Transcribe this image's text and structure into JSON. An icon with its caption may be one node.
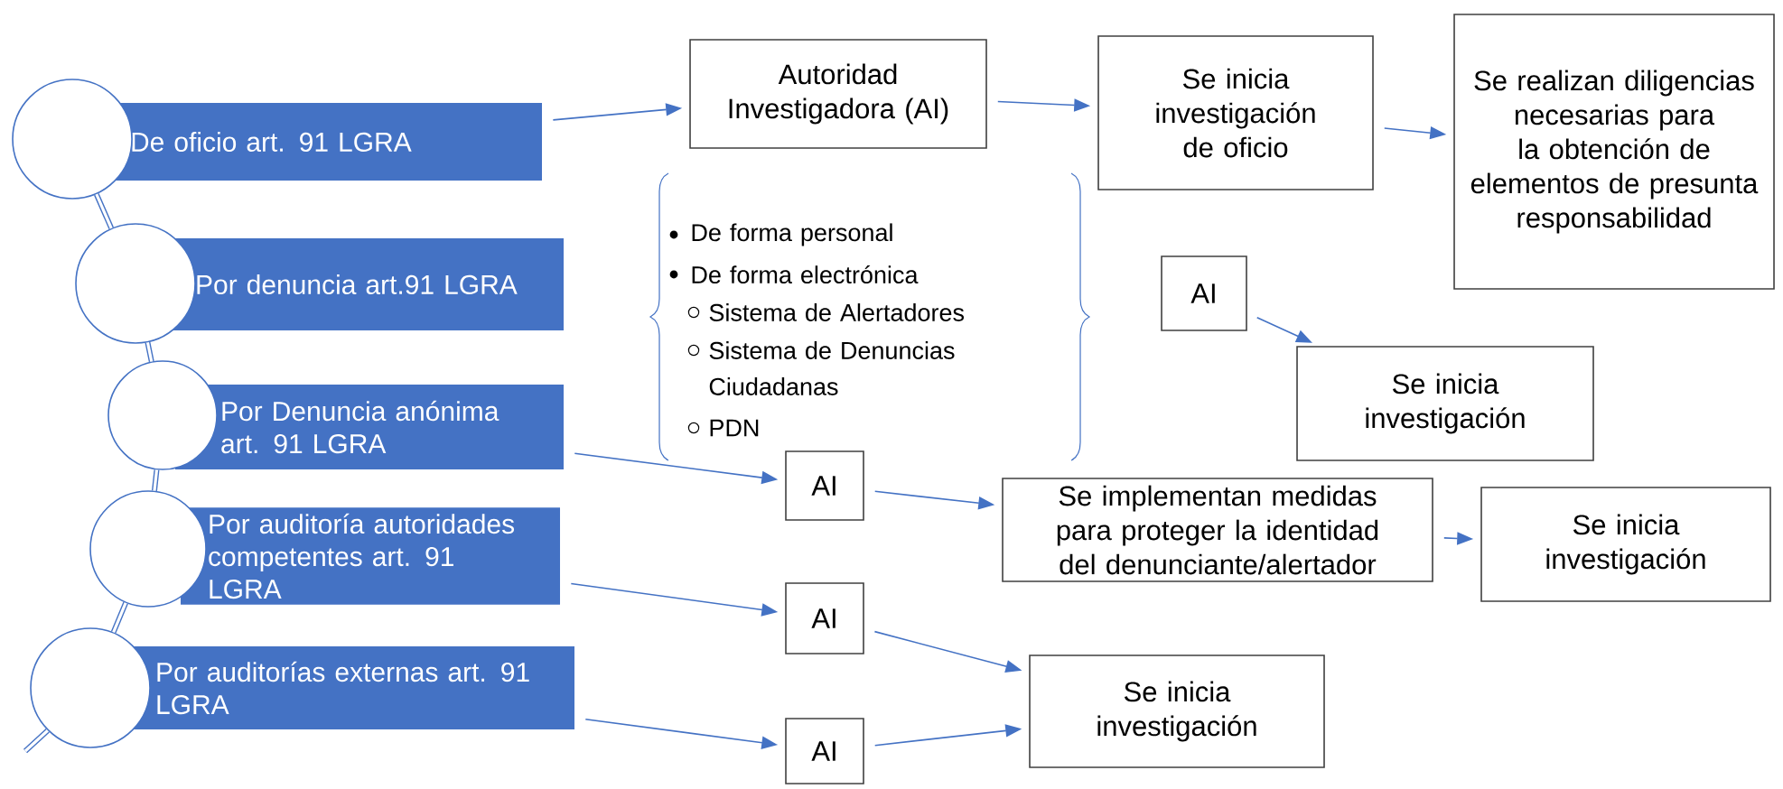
{
  "diagram": {
    "nodes": [
      {
        "text": [
          "De oficio art. 91 LGRA"
        ]
      },
      {
        "text": [
          "Por denuncia art.91 LGRA"
        ]
      },
      {
        "text": [
          "Por Denuncia anónima art. 91 LGRA"
        ]
      },
      {
        "text": [
          "Por auditoría autoridades competentes art. 91 LGRA"
        ]
      },
      {
        "text": [
          "Por auditorías externas art. 91 LGRA"
        ]
      },
      {
        "text": [],
        "shape": "circle"
      },
      {
        "text": [],
        "shape": "circle"
      },
      {
        "text": [],
        "shape": "circle"
      },
      {
        "text": [],
        "shape": "circle"
      },
      {
        "text": [],
        "shape": "circle"
      },
      {
        "text": [
          "Autoridad Investigadora (AI)"
        ]
      },
      {
        "text": [
          "Se inicia investigación de oficio"
        ]
      },
      {
        "text": [
          "Se realizan diligencias necesarias para la obtención de elementos de presunta responsabilidad"
        ]
      },
      {
        "text": [
          "AI"
        ]
      },
      {
        "text": [
          "Se inicia investigación"
        ]
      },
      {
        "text": [
          "AI"
        ]
      },
      {
        "text": [
          "Se implementan medidas para proteger la identidad del denunciante/alertador"
        ]
      },
      {
        "text": [
          "Se inicia investigación"
        ]
      },
      {
        "text": [
          "AI"
        ]
      },
      {
        "text": [
          "Se inicia investigación"
        ]
      },
      {
        "text": [
          "AI"
        ]
      }
    ],
    "edges": [
      {
        "from": 0,
        "to": 10,
        "arrow": "to"
      },
      {
        "from": 10,
        "to": 11,
        "arrow": "to"
      },
      {
        "from": 11,
        "to": 12,
        "arrow": "to"
      },
      {
        "from": 13,
        "to": 14,
        "arrow": "to"
      },
      {
        "from": 2,
        "to": 15,
        "arrow": "to"
      },
      {
        "from": 15,
        "to": 16,
        "arrow": "to"
      },
      {
        "from": 16,
        "to": 17,
        "arrow": "to"
      },
      {
        "from": 3,
        "to": 18,
        "arrow": "to"
      },
      {
        "from": 18,
        "to": 19,
        "arrow": "to"
      },
      {
        "from": 4,
        "to": 20,
        "arrow": "to"
      },
      {
        "from": 20,
        "to": 19,
        "arrow": "to"
      },
      {
        "from": 5,
        "to": 6,
        "arrow": "none",
        "style": "thick"
      },
      {
        "from": 6,
        "to": 7,
        "arrow": "none",
        "style": "thick"
      },
      {
        "from": 7,
        "to": 8,
        "arrow": "none",
        "style": "thick"
      },
      {
        "from": 8,
        "to": 9,
        "arrow": "none",
        "style": "thick"
      },
      {
        "from": 9,
        "to": null,
        "arrow": "none",
        "style": "thick"
      }
    ],
    "labels": [
      "De forma personal",
      "De forma electrónica",
      "Sistema de Alertadores",
      "Sistema de Denuncias Ciudadanas",
      "PDN"
    ]
  }
}
